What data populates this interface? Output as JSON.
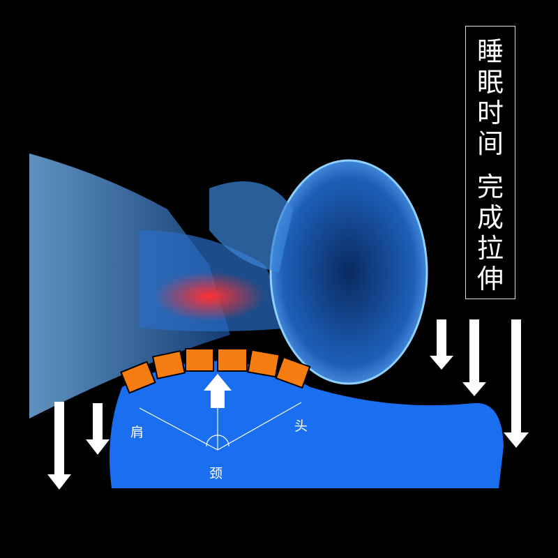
{
  "headline": {
    "line1": [
      "睡",
      "眠",
      "时",
      "间"
    ],
    "line2": [
      "完",
      "成",
      "拉",
      "伸"
    ]
  },
  "diagram": {
    "shoulder_label": "肩",
    "head_label": "头",
    "neck_label": "颈"
  },
  "colors": {
    "pillow": "#1a6ef0",
    "blocks": "#f57c10",
    "skeleton": "#3a8fe0",
    "spine_highlight": "#e0202a"
  }
}
